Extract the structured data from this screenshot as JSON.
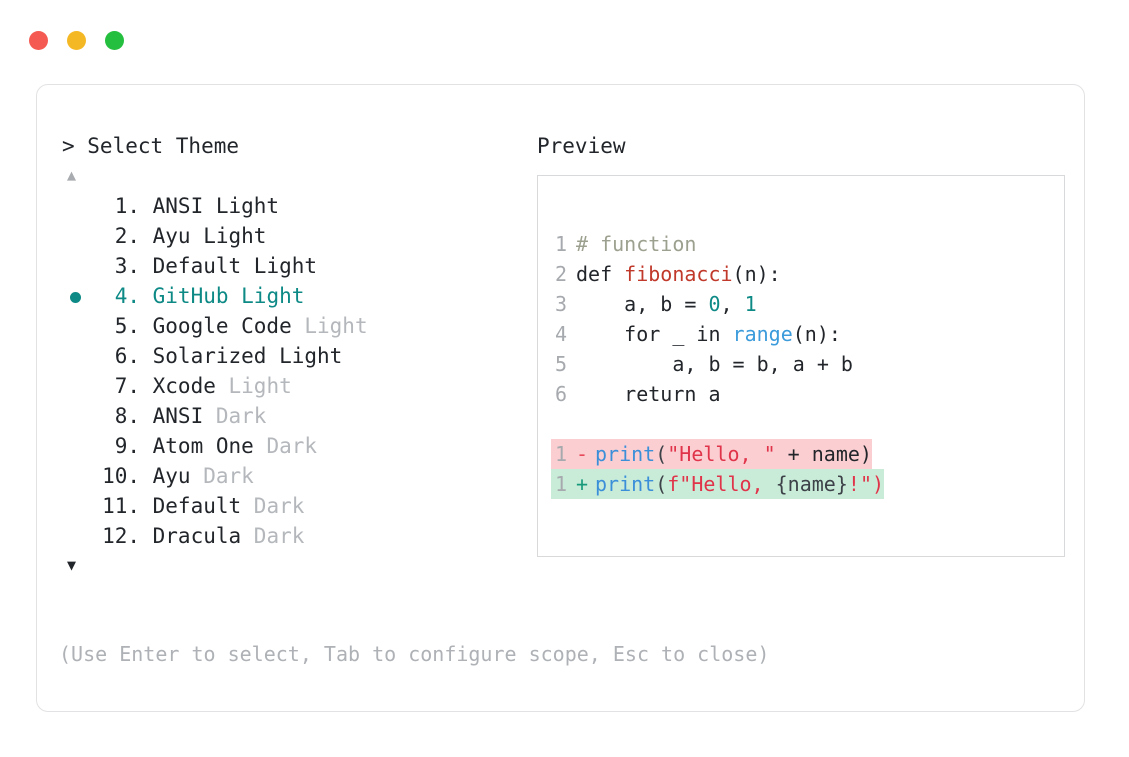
{
  "window": {
    "dots": [
      {
        "name": "close",
        "color": "#f55a52"
      },
      {
        "name": "minimize",
        "color": "#f5b825"
      },
      {
        "name": "maximize",
        "color": "#25bf3f"
      }
    ]
  },
  "prompt": {
    "title": "> Select Theme",
    "scroll_up": "▲",
    "scroll_down": "▼",
    "hint": "(Use Enter to select, Tab to configure scope, Esc to close)",
    "accent_color": "#0e8a86",
    "dim_color": "#b4b7bb"
  },
  "themes": [
    {
      "num": " 1.",
      "name": "ANSI",
      "variant": "Light",
      "variant_dim": false,
      "selected": false
    },
    {
      "num": " 2.",
      "name": "Ayu",
      "variant": "Light",
      "variant_dim": false,
      "selected": false
    },
    {
      "num": " 3.",
      "name": "Default",
      "variant": "Light",
      "variant_dim": false,
      "selected": false
    },
    {
      "num": " 4.",
      "name": "GitHub",
      "variant": "Light",
      "variant_dim": false,
      "selected": true
    },
    {
      "num": " 5.",
      "name": "Google Code",
      "variant": "Light",
      "variant_dim": true,
      "selected": false
    },
    {
      "num": " 6.",
      "name": "Solarized",
      "variant": "Light",
      "variant_dim": false,
      "selected": false
    },
    {
      "num": " 7.",
      "name": "Xcode",
      "variant": "Light",
      "variant_dim": true,
      "selected": false
    },
    {
      "num": " 8.",
      "name": "ANSI",
      "variant": "Dark",
      "variant_dim": true,
      "selected": false
    },
    {
      "num": " 9.",
      "name": "Atom One",
      "variant": "Dark",
      "variant_dim": true,
      "selected": false
    },
    {
      "num": "10.",
      "name": "Ayu",
      "variant": "Dark",
      "variant_dim": true,
      "selected": false
    },
    {
      "num": "11.",
      "name": "Default",
      "variant": "Dark",
      "variant_dim": true,
      "selected": false
    },
    {
      "num": "12.",
      "name": "Dracula",
      "variant": "Dark",
      "variant_dim": true,
      "selected": false
    }
  ],
  "preview": {
    "title": "Preview",
    "code_lines": [
      {
        "gutter": "1",
        "tokens": [
          {
            "t": "# function",
            "c": "tok-comment"
          }
        ]
      },
      {
        "gutter": "2",
        "tokens": [
          {
            "t": "def ",
            "c": "tok-keyword"
          },
          {
            "t": "fibonacci",
            "c": "tok-func"
          },
          {
            "t": "(n):",
            "c": "tok-plain"
          }
        ]
      },
      {
        "gutter": "3",
        "tokens": [
          {
            "t": "    a, b = ",
            "c": "tok-plain"
          },
          {
            "t": "0",
            "c": "tok-num"
          },
          {
            "t": ", ",
            "c": "tok-plain"
          },
          {
            "t": "1",
            "c": "tok-num"
          }
        ]
      },
      {
        "gutter": "4",
        "tokens": [
          {
            "t": "    for _ in ",
            "c": "tok-plain"
          },
          {
            "t": "range",
            "c": "tok-builtin"
          },
          {
            "t": "(n):",
            "c": "tok-plain"
          }
        ]
      },
      {
        "gutter": "5",
        "tokens": [
          {
            "t": "        a, b = b, a + b",
            "c": "tok-plain"
          }
        ]
      },
      {
        "gutter": "6",
        "tokens": [
          {
            "t": "    return a",
            "c": "tok-plain"
          }
        ]
      }
    ],
    "diff_lines": [
      {
        "kind": "deletion",
        "gutter": "1",
        "marker": "-",
        "bg": "#fbcfd2",
        "tokens": [
          {
            "t": "print",
            "c": "tok-call"
          },
          {
            "t": "(",
            "c": "tok-punct"
          },
          {
            "t": "\"Hello, \"",
            "c": "tok-str"
          },
          {
            "t": " + name)",
            "c": "tok-plain"
          }
        ]
      },
      {
        "kind": "addition",
        "gutter": "1",
        "marker": "+",
        "bg": "#c9ecd9",
        "tokens": [
          {
            "t": "print",
            "c": "tok-call"
          },
          {
            "t": "(",
            "c": "tok-punct"
          },
          {
            "t": "f\"Hello, ",
            "c": "tok-str"
          },
          {
            "t": "{name}",
            "c": "tok-brace"
          },
          {
            "t": "!",
            "c": "tok-bang"
          },
          {
            "t": "\")",
            "c": "tok-str"
          }
        ]
      }
    ]
  }
}
